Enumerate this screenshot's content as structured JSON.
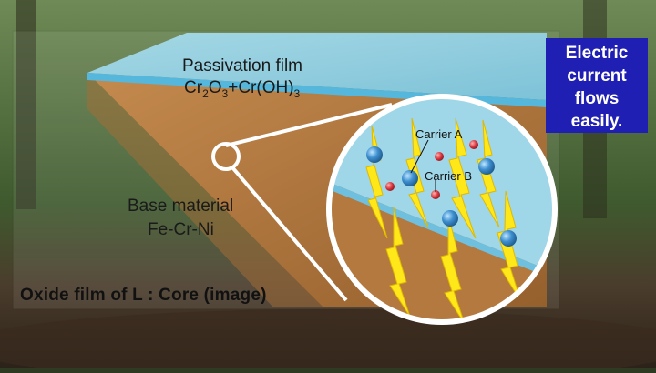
{
  "diagram": {
    "film_label": "Passivation film",
    "film_formula": "Cr2O3+Cr(OH)3",
    "base_label": "Base material",
    "base_formula": "Fe-Cr-Ni",
    "carrier_a_label": "Carrier A",
    "carrier_b_label": "Carrier B",
    "callout_lines": [
      "Electric",
      "current",
      "flows",
      "easily."
    ],
    "caption": "Oxide film of L : Core (image)"
  },
  "colors": {
    "film": "#8fd0e6",
    "film_edge": "#55b7dc",
    "base": "#b77a3f",
    "base_dark": "#8a5527",
    "callout_bg": "#1f1fb4",
    "lightning": "#ffe81a",
    "carrier_blue": "#3d8fd0",
    "carrier_red": "#d8323a"
  }
}
